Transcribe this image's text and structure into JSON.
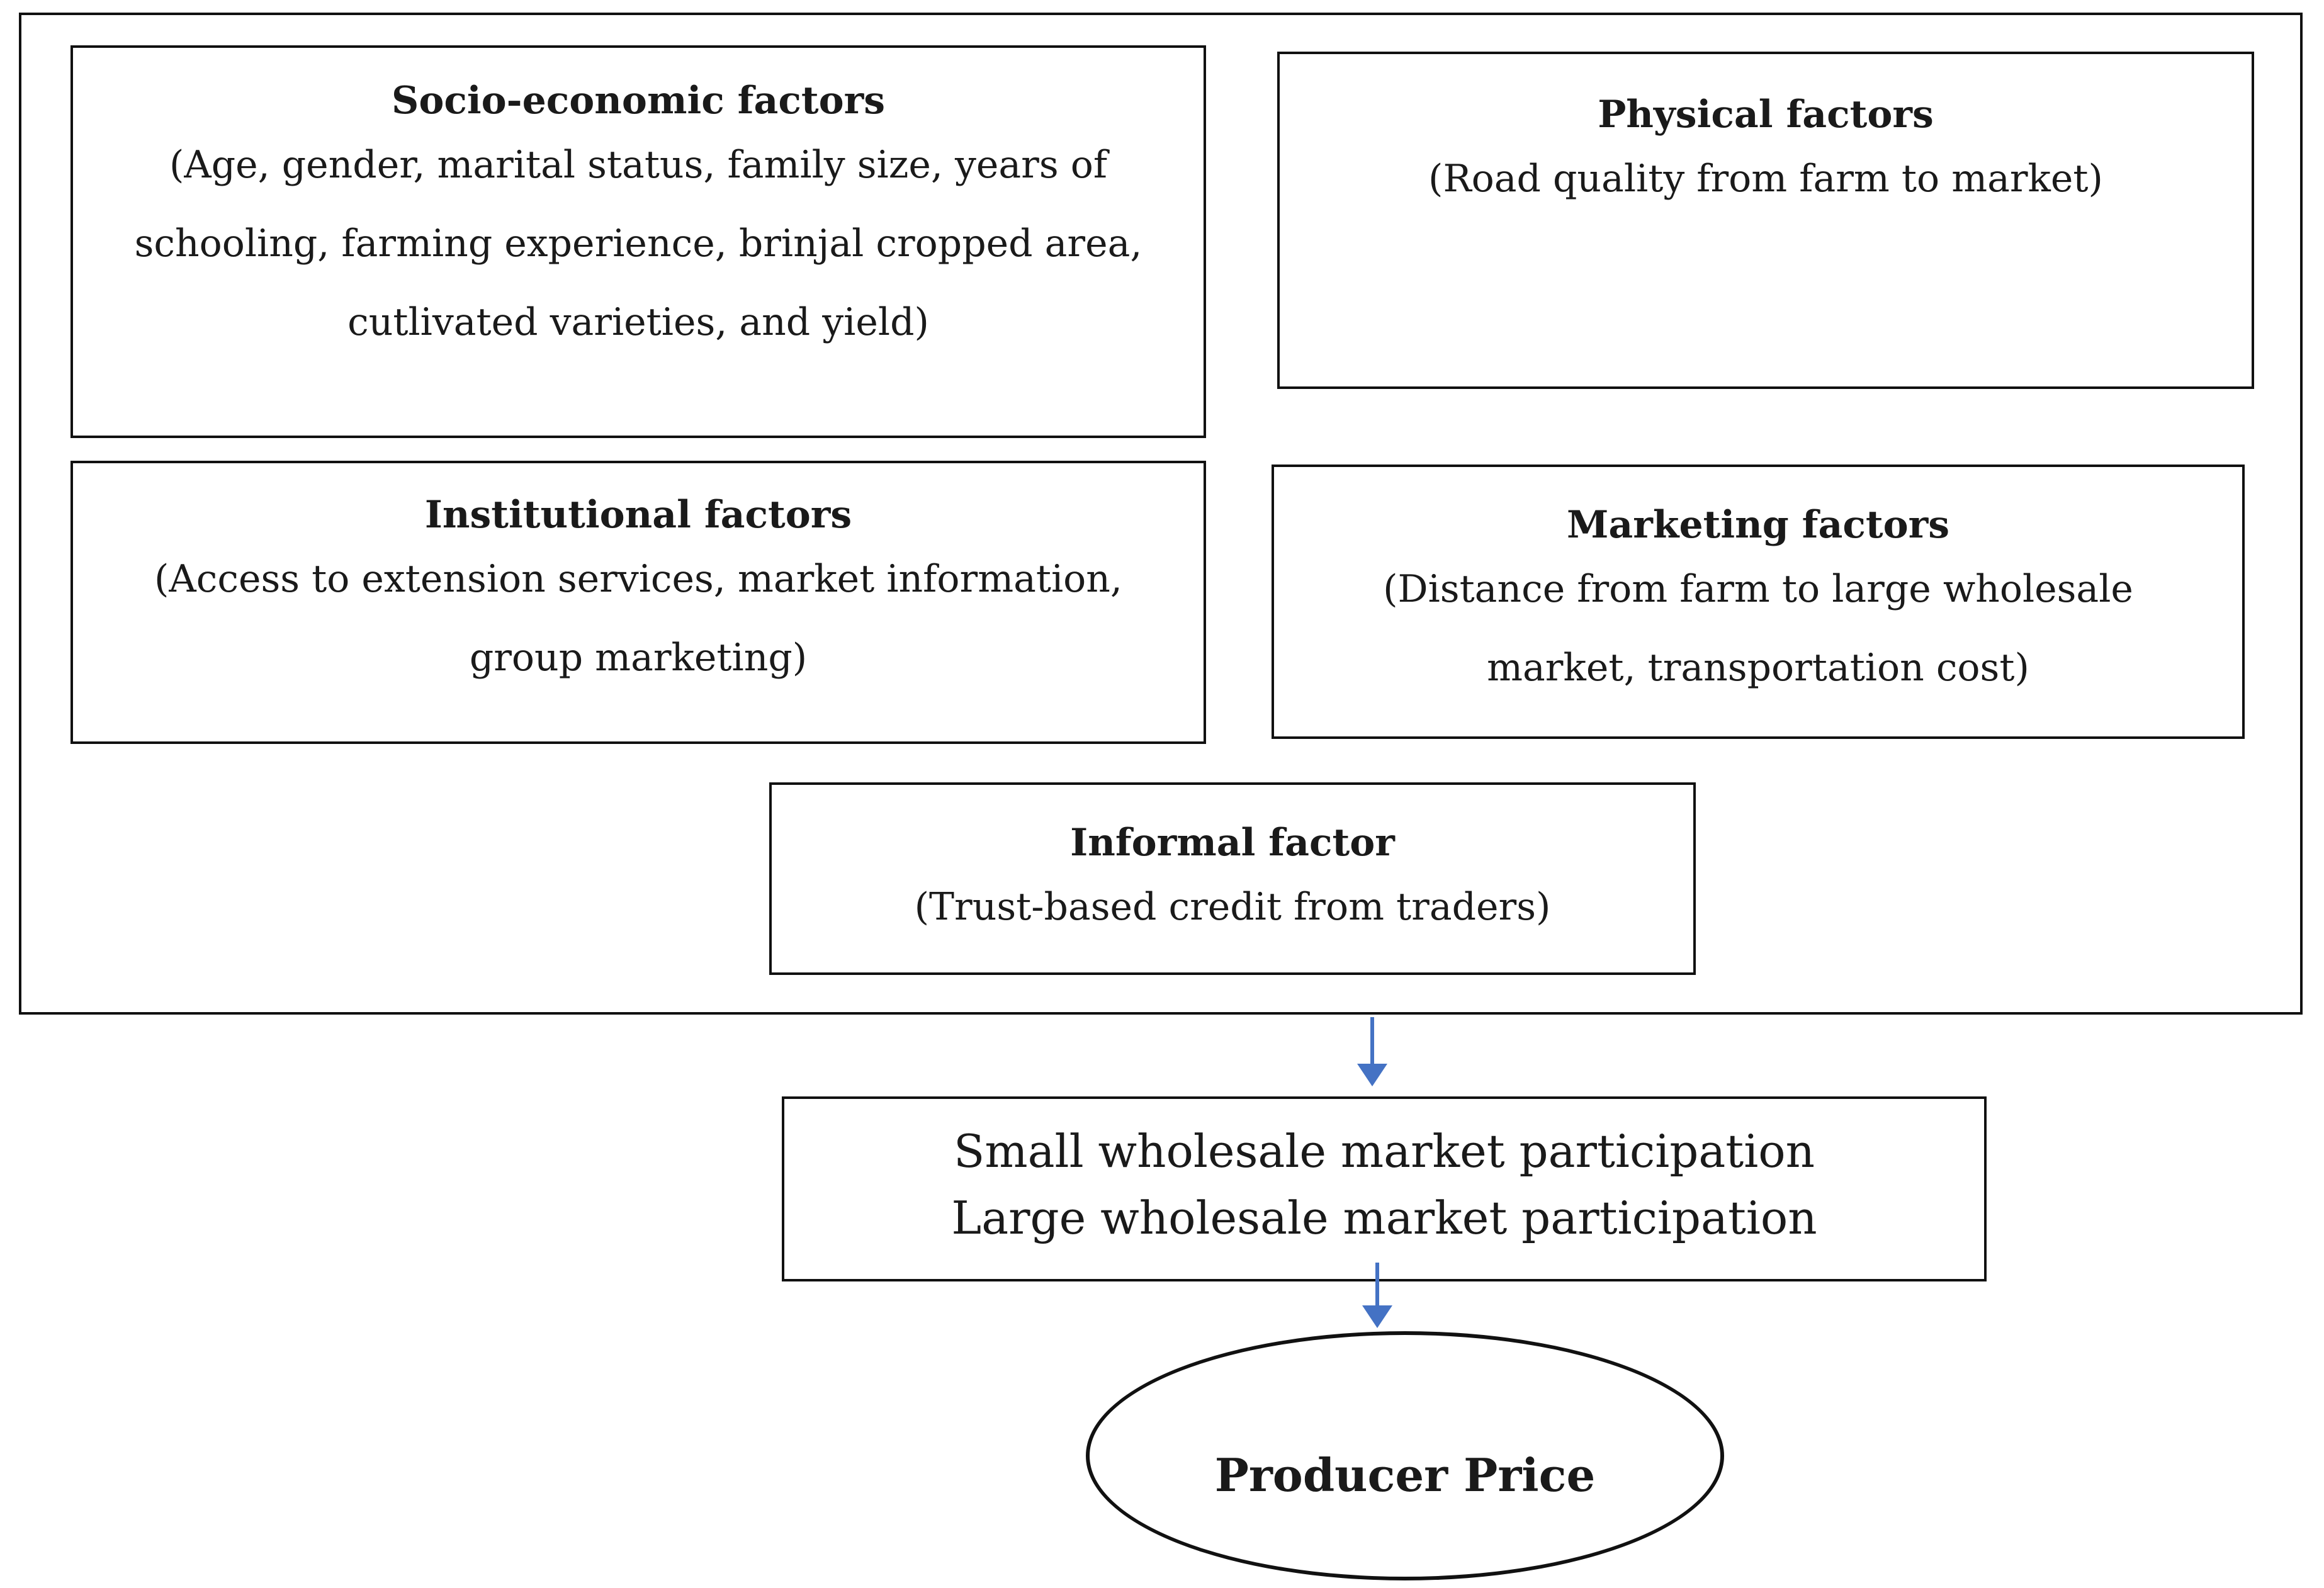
{
  "factors": {
    "socio": {
      "title": "Socio-economic factors",
      "line1": "(Age, gender, marital status, family size, years of",
      "line2": "schooling, farming experience, brinjal cropped area,",
      "line3": "cutlivated varieties, and yield)"
    },
    "physical": {
      "title": "Physical factors",
      "line1": "(Road quality from farm to market)"
    },
    "institutional": {
      "title": "Institutional factors",
      "line1": "(Access to extension services, market information,",
      "line2": "group marketing)"
    },
    "marketing": {
      "title": "Marketing factors",
      "line1": "(Distance from farm to large wholesale",
      "line2": "market, transportation cost)"
    },
    "informal": {
      "title": "Informal factor",
      "line1": "(Trust-based credit from traders)"
    }
  },
  "participation": {
    "line1": "Small wholesale market participation",
    "line2": "Large wholesale market participation"
  },
  "outcome": {
    "label": "Producer Price"
  },
  "colors": {
    "arrow": "#4472C4",
    "border": "#111111"
  }
}
